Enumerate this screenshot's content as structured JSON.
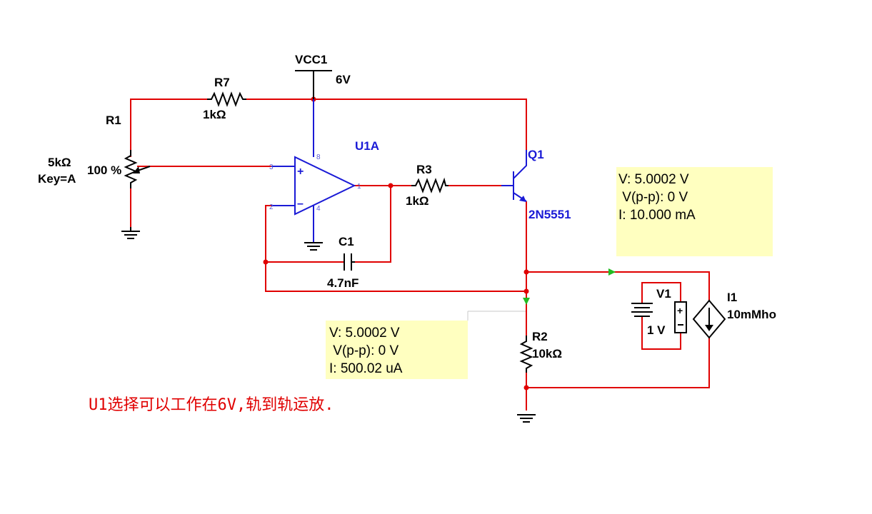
{
  "components": {
    "vcc": {
      "name": "VCC1",
      "value": "6V"
    },
    "r7": {
      "name": "R7",
      "value": "1kΩ"
    },
    "r1": {
      "name": "R1",
      "value": "5kΩ",
      "key": "Key=A",
      "percent": "100 %"
    },
    "u1": {
      "name": "U1A",
      "pin_noninv": "3",
      "pin_inv": "2",
      "pin_out": "1",
      "pin_vcc": "8",
      "pin_gnd": "4",
      "plus": "+",
      "minus": "–"
    },
    "r3": {
      "name": "R3",
      "value": "1kΩ"
    },
    "q1": {
      "name": "Q1",
      "model": "2N5551"
    },
    "c1": {
      "name": "C1",
      "value": "4.7nF"
    },
    "r2": {
      "name": "R2",
      "value": "10kΩ"
    },
    "v1": {
      "name": "V1",
      "value": "1 V"
    },
    "i1": {
      "name": "I1",
      "value": "10mMho"
    }
  },
  "probes": {
    "probe_top": {
      "v": "V: 5.0002 V",
      "vpp": " V(p-p): 0 V",
      "i": "I: 10.000 mA"
    },
    "probe_bottom": {
      "v": "V: 5.0002 V",
      "vpp": " V(p-p): 0 V",
      "i": "I: 500.02 uA"
    }
  },
  "note": "U1选择可以工作在6V,轨到轨运放.",
  "colors": {
    "wire": "#e00000",
    "component": "#000000",
    "opamp": "#1a1ad6",
    "probe_bg": "#ffffc0",
    "probe_arrow": "#22bb22"
  }
}
